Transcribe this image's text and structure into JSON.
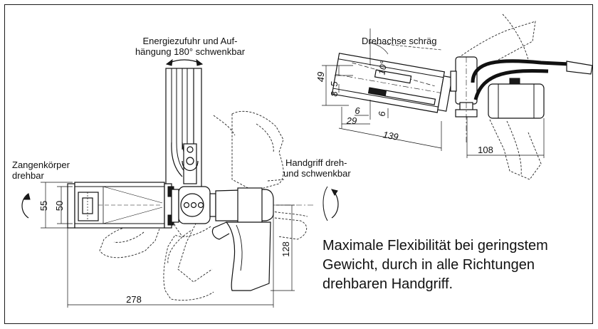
{
  "labels": {
    "energy_line1": "Energiezufuhr und Auf-",
    "energy_line2": "hängung 180° schwenkbar",
    "body_line1": "Zangenkörper",
    "body_line2": "drehbar",
    "handle_line1": "Handgriff dreh-",
    "handle_line2": "und schwenkbar",
    "axis_title": "Drehachse schräg"
  },
  "dimensions": {
    "d55": "55",
    "d50": "50",
    "d278": "278",
    "d128": "128",
    "d49": "49",
    "d5": "5",
    "d8": "8",
    "d6a": "6",
    "d6b": "6",
    "d29": "29",
    "d139": "139",
    "d108": "108",
    "angle": "10°"
  },
  "caption": {
    "line1": "Maximale Flexibilität bei geringstem",
    "line2": "Gewicht, durch in alle Richtungen",
    "line3": "drehbaren Handgriff."
  }
}
